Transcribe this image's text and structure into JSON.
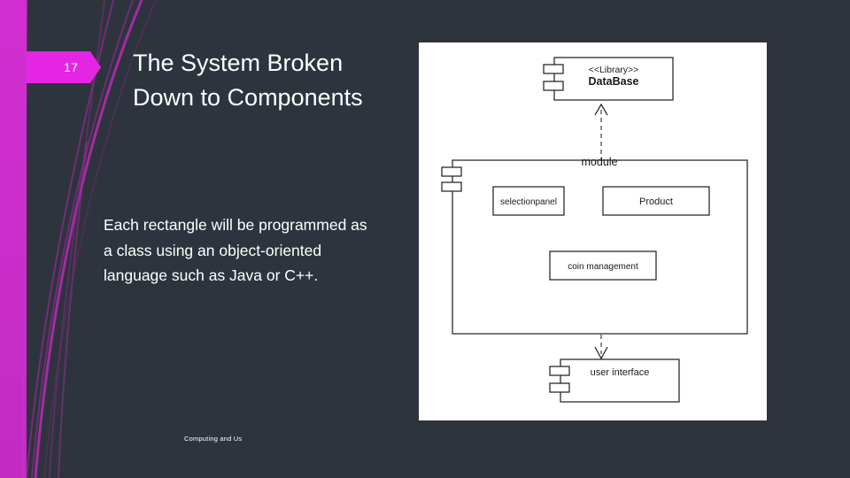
{
  "slide": {
    "number": "17",
    "title": "The System Broken Down to Components",
    "body": "Each rectangle will be programmed as a class using an object-oriented language such as Java or C++.",
    "footer": "Computing and Us",
    "accent_color": "#e426e4",
    "background_color": "#2e343d"
  },
  "diagram": {
    "type": "uml-component-diagram",
    "components": [
      {
        "id": "database",
        "label": "DataBase",
        "stereotype": "<<Library>>"
      },
      {
        "id": "module",
        "label": "module"
      },
      {
        "id": "selectionpanel",
        "label": "selectionpanel"
      },
      {
        "id": "product",
        "label": "Product"
      },
      {
        "id": "coinmanagement",
        "label": "coin management"
      },
      {
        "id": "userinterface",
        "label": "user interface"
      }
    ],
    "connections": [
      {
        "from": "module",
        "to": "database"
      },
      {
        "from": "module",
        "to": "userinterface"
      }
    ]
  }
}
